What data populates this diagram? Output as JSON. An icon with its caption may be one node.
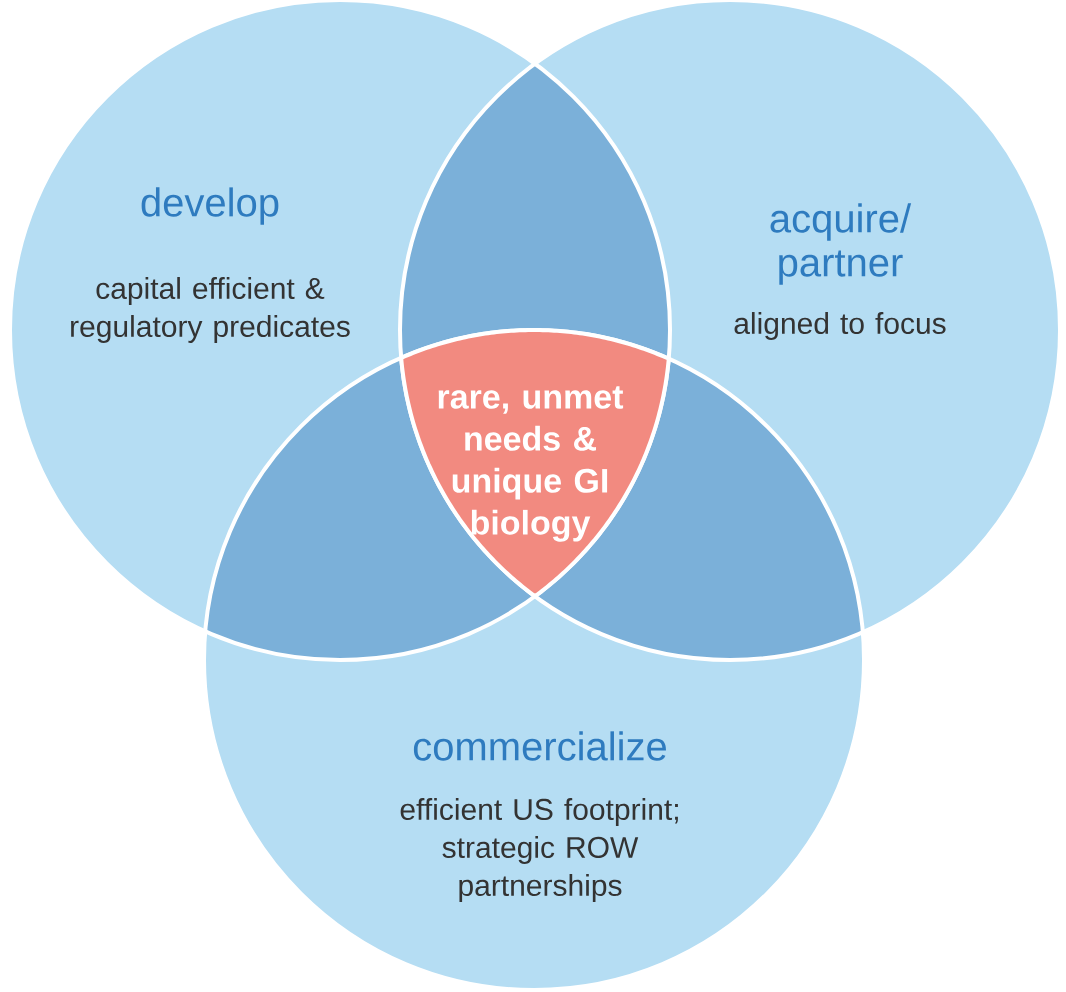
{
  "diagram": {
    "nodes": [
      {
        "text": [
          "develop",
          "capital efficient & regulatory predicates"
        ]
      },
      {
        "text": [
          "acquire/ partner",
          "aligned to focus"
        ]
      },
      {
        "text": [
          "rare, unmet needs & unique GI biology"
        ]
      },
      {
        "text": [
          "commercialize",
          "efficient US footprint; strategic ROW partnerships"
        ]
      }
    ]
  }
}
